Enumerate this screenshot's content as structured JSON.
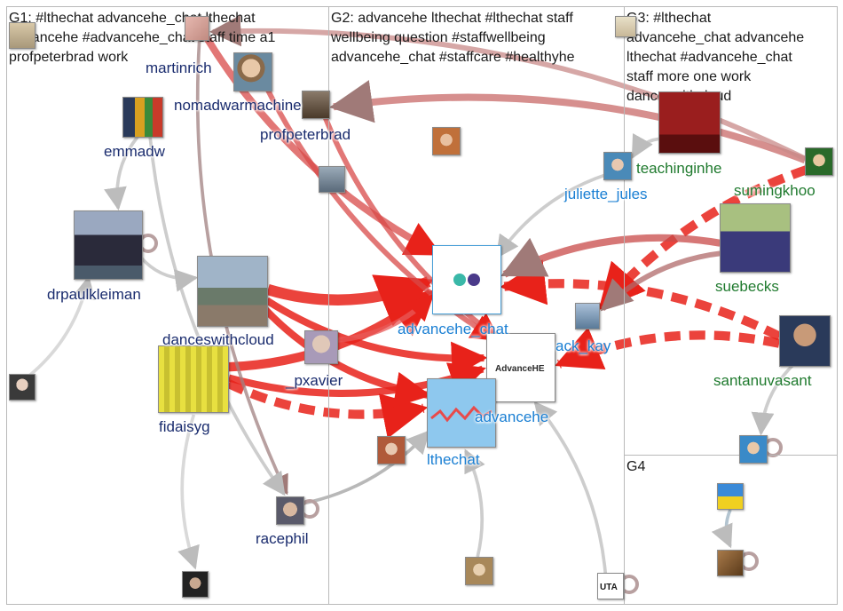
{
  "groups": [
    {
      "id": "G1",
      "title": "G1: #lthechat advancehe_chat lthechat\nadvancehe #advancehe_chat staff time a1\nprofpeterbrad work"
    },
    {
      "id": "G2",
      "title": "G2: advancehe lthechat #lthechat staff\nwellbeing question #staffwellbeing\nadvancehe_chat #staffcare #healthyhe"
    },
    {
      "id": "G3",
      "title": "G3: #lthechat\nadvancehe_chat advancehe\nlthechat #advancehe_chat\nstaff more one work\ndanceswithcloud"
    },
    {
      "id": "G4",
      "title": "G4"
    }
  ],
  "nodes": [
    {
      "id": "martinrich",
      "label": "martinrich",
      "group": "G1",
      "color": "#d9a7a0"
    },
    {
      "id": "nomadwarmachine",
      "label": "nomadwarmachine",
      "group": "G1",
      "color": "#c9b79a"
    },
    {
      "id": "emmadw",
      "label": "emmadw",
      "group": "G1",
      "color": "#3a4a6a"
    },
    {
      "id": "profpeterbrad",
      "label": "profpeterbrad",
      "group": "G1",
      "color": "#6a5a4a"
    },
    {
      "id": "drpaulkleiman",
      "label": "drpaulkleiman",
      "group": "G1",
      "color": "#5a6a8a"
    },
    {
      "id": "danceswithcloud",
      "label": "danceswithcloud",
      "group": "G1",
      "color": "#7a8aa0"
    },
    {
      "id": "_pxavier",
      "label": "_pxavier",
      "group": "G1",
      "color": "#b0a0c0"
    },
    {
      "id": "fidaisyg",
      "label": "fidaisyg",
      "group": "G1",
      "color": "#d8d24a"
    },
    {
      "id": "racephil",
      "label": "racephil",
      "group": "G1",
      "color": "#8a8a9a"
    },
    {
      "id": "g1_user_a",
      "label": "",
      "group": "G1",
      "color": "#555555"
    },
    {
      "id": "g1_user_b",
      "label": "",
      "group": "G1",
      "color": "#333333"
    },
    {
      "id": "g1_user_c",
      "label": "",
      "group": "G1",
      "color": "#6a7a8a"
    },
    {
      "id": "g1_user_d",
      "label": "",
      "group": "G1",
      "color": "#c8b89a"
    },
    {
      "id": "advancehe_chat",
      "label": "advancehe_chat",
      "group": "G2",
      "color": "#ffffff"
    },
    {
      "id": "advancehe",
      "label": "advancehe",
      "group": "G2",
      "color": "#ffffff"
    },
    {
      "id": "lthechat",
      "label": "lthechat",
      "group": "G2",
      "color": "#8ec8ee"
    },
    {
      "id": "jack_kay",
      "label": "ack_kay",
      "group": "G2",
      "color": "#7a9ab8"
    },
    {
      "id": "g2_user_a",
      "label": "",
      "group": "G2",
      "color": "#d07a3a"
    },
    {
      "id": "g2_user_b",
      "label": "",
      "group": "G2",
      "color": "#c06a4a"
    },
    {
      "id": "g2_user_c",
      "label": "",
      "group": "G2",
      "color": "#b89a6a"
    },
    {
      "id": "g2_user_d",
      "label": "",
      "group": "G2",
      "color": "#ffffff"
    },
    {
      "id": "g2_user_e",
      "label": "",
      "group": "G2",
      "color": "#d8d0b8"
    },
    {
      "id": "teachinginhe",
      "label": "teachinginhe",
      "group": "G3",
      "color": "#8a1a1a"
    },
    {
      "id": "sumingkhoo",
      "label": "sumingkhoo",
      "group": "G3",
      "color": "#3a7a3a"
    },
    {
      "id": "juliette_jules",
      "label": "juliette_jules",
      "group": "G3",
      "color": "#6a9ac0"
    },
    {
      "id": "suebecks",
      "label": "suebecks",
      "group": "G3",
      "color": "#7a6a9a"
    },
    {
      "id": "santanuvasant",
      "label": "santanuvasant",
      "group": "G3",
      "color": "#3a5a7a"
    },
    {
      "id": "g4_user_a",
      "label": "",
      "group": "G4",
      "color": "#4a9ad0"
    },
    {
      "id": "g4_user_b",
      "label": "",
      "group": "G4",
      "color": "#f0c81a"
    },
    {
      "id": "g4_user_c",
      "label": "",
      "group": "G4",
      "color": "#7a5a3a"
    }
  ],
  "edges": [
    {
      "from": "danceswithcloud",
      "to": "advancehe_chat",
      "weight": 5,
      "color": "#e8221a",
      "dashed": false
    },
    {
      "from": "fidaisyg",
      "to": "advancehe_chat",
      "weight": 4,
      "color": "#e8221a",
      "dashed": false
    },
    {
      "from": "fidaisyg",
      "to": "lthechat",
      "weight": 4,
      "color": "#e8221a",
      "dashed": true
    },
    {
      "from": "fidaisyg",
      "to": "advancehe",
      "weight": 3,
      "color": "#e8221a",
      "dashed": false
    },
    {
      "from": "danceswithcloud",
      "to": "advancehe",
      "weight": 3,
      "color": "#e8221a",
      "dashed": false
    },
    {
      "from": "danceswithcloud",
      "to": "lthechat",
      "weight": 3,
      "color": "#e8221a",
      "dashed": false
    },
    {
      "from": "santanuvasant",
      "to": "advancehe_chat",
      "weight": 4,
      "color": "#e8221a",
      "dashed": true
    },
    {
      "from": "santanuvasant",
      "to": "advancehe",
      "weight": 4,
      "color": "#e8221a",
      "dashed": true
    },
    {
      "from": "sumingkhoo",
      "to": "jack_kay",
      "weight": 4,
      "color": "#e8221a",
      "dashed": true
    },
    {
      "from": "suebecks",
      "to": "advancehe_chat",
      "weight": 3,
      "color": "#c84a48",
      "dashed": false
    },
    {
      "from": "sumingkhoo",
      "to": "profpeterbrad",
      "weight": 3,
      "color": "#c86a68",
      "dashed": false
    },
    {
      "from": "sumingkhoo",
      "to": "martinrich",
      "weight": 2,
      "color": "#c88a88",
      "dashed": false
    },
    {
      "from": "martinrich",
      "to": "advancehe_chat",
      "weight": 3,
      "color": "#d84a48",
      "dashed": false
    },
    {
      "from": "nomadwarmachine",
      "to": "advancehe",
      "weight": 2,
      "color": "#d84a48",
      "dashed": false
    },
    {
      "from": "profpeterbrad",
      "to": "advancehe",
      "weight": 2,
      "color": "#d84a48",
      "dashed": false
    },
    {
      "from": "emmadw",
      "to": "drpaulkleiman",
      "weight": 1,
      "color": "#bcbcbc",
      "dashed": false
    },
    {
      "from": "martinrich",
      "to": "racephil",
      "weight": 1,
      "color": "#a08080",
      "dashed": false
    },
    {
      "from": "emmadw",
      "to": "racephil",
      "weight": 1,
      "color": "#bcbcbc",
      "dashed": false
    },
    {
      "from": "drpaulkleiman",
      "to": "danceswithcloud",
      "weight": 1,
      "color": "#bcbcbc",
      "dashed": false
    },
    {
      "from": "g1_user_a",
      "to": "drpaulkleiman",
      "weight": 1,
      "color": "#cccccc",
      "dashed": false
    },
    {
      "from": "fidaisyg",
      "to": "g1_user_b",
      "weight": 1,
      "color": "#cccccc",
      "dashed": false
    },
    {
      "from": "juliette_jules",
      "to": "advancehe_chat",
      "weight": 1,
      "color": "#bcbcbc",
      "dashed": false
    },
    {
      "from": "g2_user_c",
      "to": "lthechat",
      "weight": 1,
      "color": "#bcbcbc",
      "dashed": false
    },
    {
      "from": "g2_user_d",
      "to": "advancehe",
      "weight": 1,
      "color": "#bcbcbc",
      "dashed": false
    },
    {
      "from": "santanuvasant",
      "to": "g4_user_a",
      "weight": 1,
      "color": "#bcbcbc",
      "dashed": false
    },
    {
      "from": "g4_user_b",
      "to": "g4_user_c",
      "weight": 1,
      "color": "#9ab0c0",
      "dashed": false
    },
    {
      "from": "teachinginhe",
      "to": "juliette_jules",
      "weight": 1,
      "color": "#bcbcbc",
      "dashed": false
    },
    {
      "from": "suebecks",
      "to": "jack_kay",
      "weight": 2,
      "color": "#b06a6a",
      "dashed": false
    },
    {
      "from": "_pxavier",
      "to": "advancehe_chat",
      "weight": 2,
      "color": "#e85a58",
      "dashed": false
    },
    {
      "from": "racephil",
      "to": "lthechat",
      "weight": 1,
      "color": "#a0a0a0",
      "dashed": false
    }
  ],
  "self_loops": [
    "drpaulkleiman",
    "racephil",
    "g4_user_a",
    "g4_user_c",
    "g2_user_d"
  ]
}
